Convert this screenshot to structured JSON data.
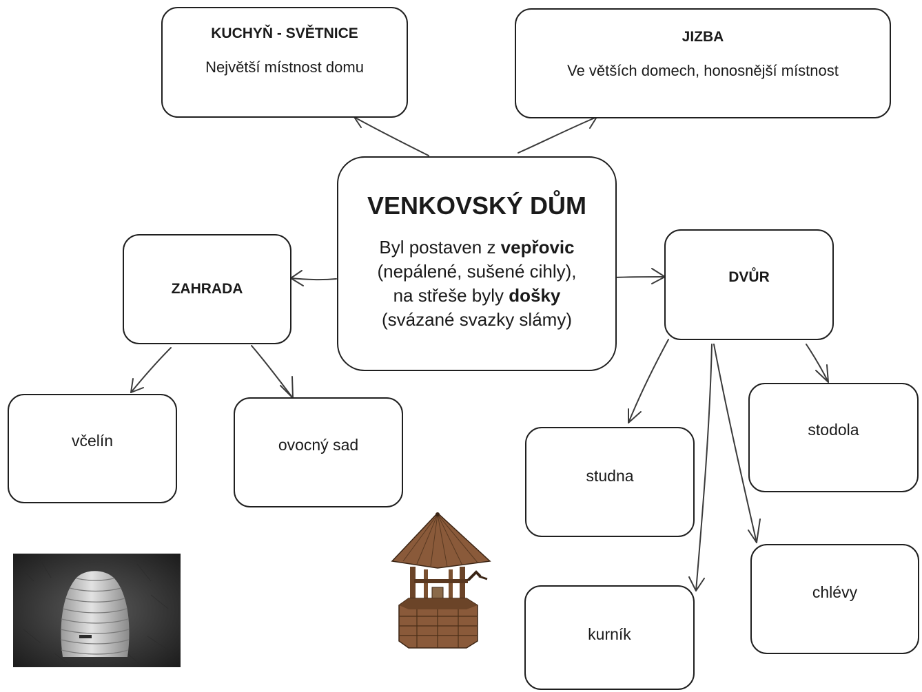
{
  "center": {
    "title": "VENKOVSKÝ DŮM",
    "line1_pre": "Byl postaven z ",
    "line1_bold": "vepřovic",
    "line2": "(nepálené, sušené cihly),",
    "line3_pre": "na střeše byly ",
    "line3_bold": "došky",
    "line4": "(svázané svazky slámy)"
  },
  "kuchyn": {
    "title": "KUCHYŇ - SVĚTNICE",
    "desc": "Největší místnost domu"
  },
  "jizba": {
    "title": "JIZBA",
    "desc": "Ve větších domech, honosnější místnost"
  },
  "zahrada": {
    "title": "ZAHRADA",
    "children": [
      "včelín",
      "ovocný sad"
    ]
  },
  "dvur": {
    "title": "DVŮR",
    "children": [
      "studna",
      "stodola",
      "kurník",
      "chlévy"
    ]
  },
  "images": [
    "beehive-photo",
    "wooden-well-picture"
  ],
  "colors": {
    "line": "#1f1f1f",
    "background": "#ffffff"
  }
}
